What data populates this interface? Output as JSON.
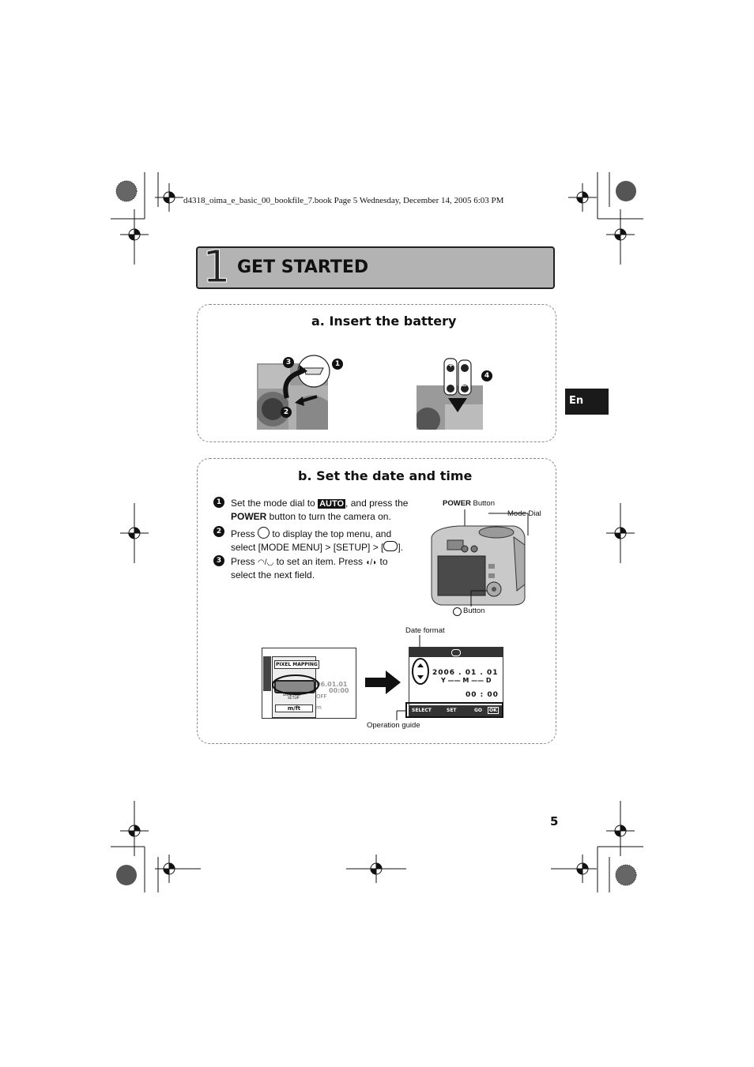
{
  "header": {
    "book_line": "d4318_oima_e_basic_00_bookfile_7.book  Page 5  Wednesday, December 14, 2005  6:03 PM"
  },
  "chapter": {
    "number": "1",
    "title": "GET STARTED"
  },
  "language_tab": "En",
  "section_a": {
    "title": "a. Insert the battery",
    "callouts": [
      "3",
      "1",
      "2",
      "4"
    ],
    "battery_marks": [
      "+",
      "−"
    ]
  },
  "section_b": {
    "title": "b. Set the date and time",
    "steps": [
      {
        "num": "1",
        "pre": "Set the mode dial to ",
        "badge": "AUTO",
        "mid": ", and press the ",
        "bold": "POWER",
        "post": " button to turn the camera on."
      },
      {
        "num": "2",
        "pre": "Press ",
        "post": " to display the top menu, and select [MODE MENU] > [SETUP] > [",
        "end": "]."
      },
      {
        "num": "3",
        "pre": "Press ",
        "mid": " to set an item. Press ",
        "post": " to select the next field."
      }
    ],
    "camera_labels": {
      "power_bold": "POWER",
      "power_rest": " Button",
      "mode_dial": "Mode Dial",
      "ok_button": "Button"
    },
    "menu_screen": {
      "title": "PIXEL MAPPING",
      "date_value": "06.01.01",
      "time_value": "00:00",
      "dual_time": "DUAL TIME",
      "setup": "SETUP",
      "off": "OFF",
      "mft": "m/ft",
      "m": "m"
    },
    "date_screen": {
      "date": "2006 . 01 . 01",
      "ymd": "Y —— M —— D",
      "time": "00 : 00",
      "guide_select": "SELECT",
      "guide_set": "SET",
      "guide_go": "GO",
      "guide_ok": "OK"
    },
    "labels": {
      "date_format": "Date format",
      "operation_guide": "Operation guide"
    }
  },
  "page_number": "5"
}
